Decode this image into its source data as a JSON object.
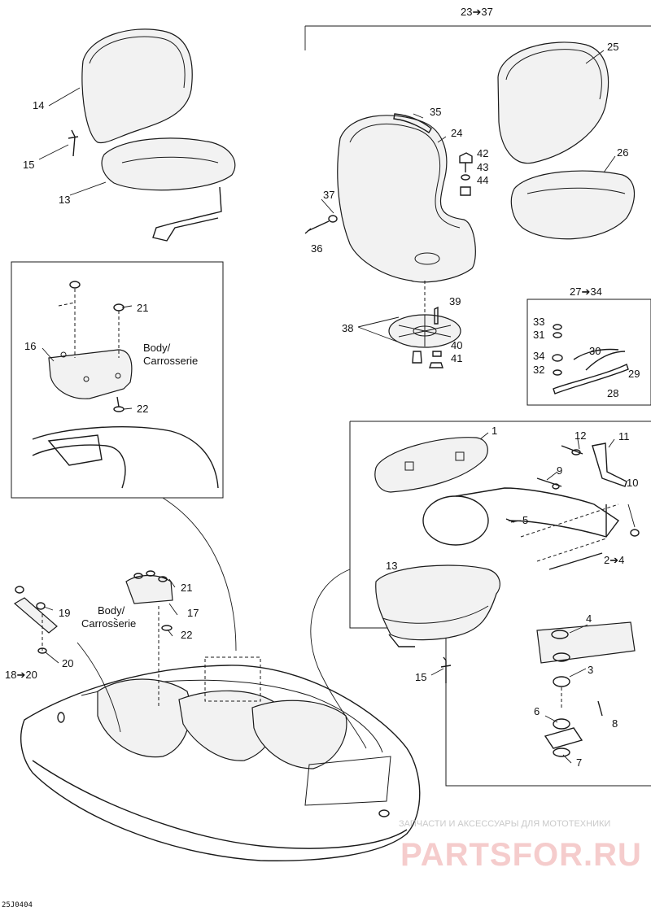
{
  "diagram": {
    "drawing_code": "25J0404",
    "callouts": {
      "c1": "1",
      "c2_4": "2➔4",
      "c3": "3",
      "c4": "4",
      "c5": "5",
      "c6": "6",
      "c7": "7",
      "c8": "8",
      "c9": "9",
      "c10": "10",
      "c11": "11",
      "c12": "12",
      "c13a": "13",
      "c13b": "13",
      "c14": "14",
      "c15a": "15",
      "c15b": "15",
      "c16": "16",
      "c17": "17",
      "c18_20": "18➔20",
      "c19": "19",
      "c20": "20",
      "c21a": "21",
      "c21b": "21",
      "c22a": "22",
      "c22b": "22",
      "c23_37": "23➔37",
      "c24": "24",
      "c25": "25",
      "c26": "26",
      "c27_34": "27➔34",
      "c28": "28",
      "c29": "29",
      "c30": "30",
      "c31": "31",
      "c32": "32",
      "c33": "33",
      "c34": "34",
      "c35": "35",
      "c36": "36",
      "c37": "37",
      "c38": "38",
      "c39": "39",
      "c40": "40",
      "c41": "41",
      "c42": "42",
      "c43": "43",
      "c44": "44"
    },
    "body_label_line1": "Body/",
    "body_label_line2": "Carrosserie",
    "body_label2_line1": "Body/",
    "body_label2_line2": "Carrosserie"
  },
  "watermark": {
    "tagline": "ЗАПЧАСТИ И АКСЕССУАРЫ ДЛЯ МОТОТЕХНИКИ",
    "brand": "PARTSFOR.RU"
  }
}
